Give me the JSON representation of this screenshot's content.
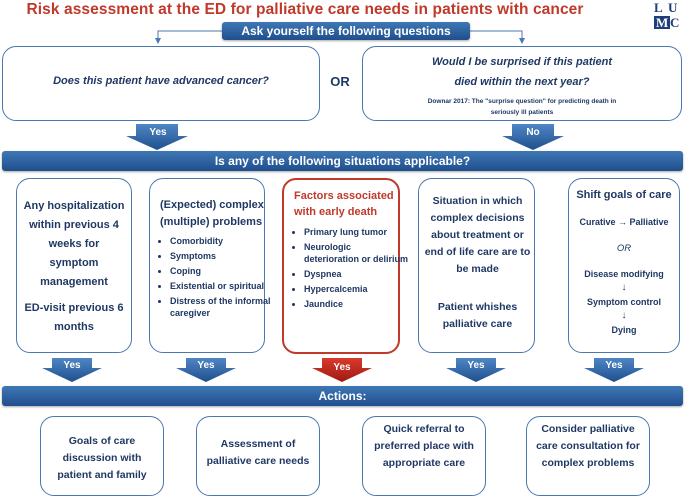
{
  "title": "Risk assessment at the ED for palliative care needs in patients with cancer",
  "logo": {
    "letters": [
      "L",
      "U",
      "M",
      "C"
    ]
  },
  "top_bar": "Ask yourself the following questions",
  "question_left": "Does this patient have advanced cancer?",
  "or_label": "OR",
  "question_right": {
    "line1": "Would I be surprised if this patient",
    "line2": "died within the next year?",
    "ref1": "Downar 2017: The \"surprise question\" for predicting death in",
    "ref2": "seriously ill patients"
  },
  "yes_label": "Yes",
  "no_label": "No",
  "middle_bar": "Is any of the following situations applicable?",
  "situations": {
    "hospitalization": {
      "text1": "Any hospitalization within previous 4 weeks for symptom management",
      "text2": "ED-visit previous 6 months"
    },
    "complex": {
      "heading": "(Expected) complex (multiple) problems",
      "items": [
        "Comorbidity",
        "Symptoms",
        "Coping",
        "Existential or spiritual",
        "Distress of the informal caregiver"
      ]
    },
    "factors": {
      "heading": "Factors associated with early death",
      "items": [
        "Primary lung tumor",
        "Neurologic deterioration or delirium",
        "Dyspnea",
        "Hypercalcemia",
        "Jaundice"
      ]
    },
    "decisions": {
      "text1": "Situation in which complex decisions about treatment or end of life care are to be made",
      "text2": "Patient whishes palliative care"
    },
    "goals": {
      "heading": "Shift goals of care",
      "line1": "Curative → Palliative",
      "or": "OR",
      "line2": "Disease modifying",
      "arrow1": "↓",
      "line3": "Symptom control",
      "arrow2": "↓",
      "line4": "Dying"
    }
  },
  "actions_bar": "Actions:",
  "actions": [
    "Goals of care discussion with patient and family",
    "Assessment of palliative care needs",
    "Quick referral to preferred place with appropriate care",
    "Consider palliative care consultation for complex problems"
  ],
  "colors": {
    "accent_red": "#c0392b",
    "navy": "#1f3864",
    "bar_blue": "#2e5f9e"
  }
}
